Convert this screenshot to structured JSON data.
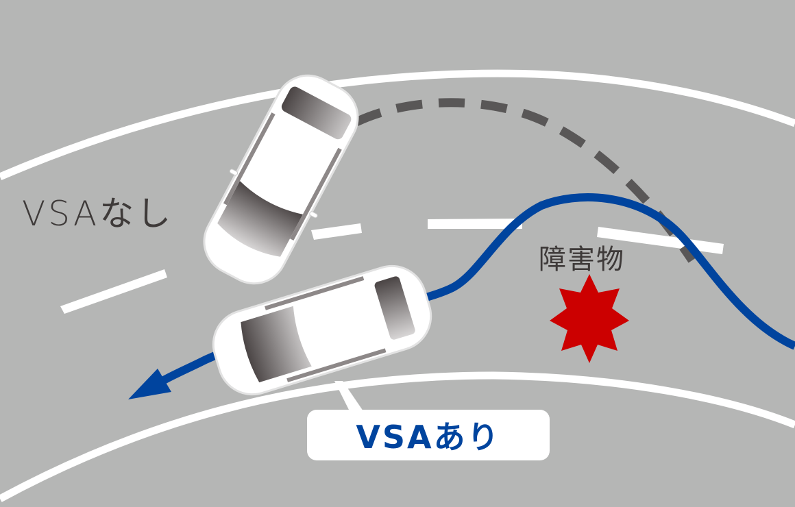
{
  "diagram": {
    "labels": {
      "without_vsa": "VSAなし",
      "with_vsa": "VSAあり",
      "obstacle": "障害物"
    },
    "colors": {
      "road": "#b5b6b5",
      "road_lines": "#ffffff",
      "vsa_path": "#00449e",
      "no_vsa_path": "#595757",
      "obstacle": "#cc0000",
      "text_dark": "#3e3a39"
    },
    "elements": [
      {
        "name": "road-edge-upper",
        "type": "solid white curve"
      },
      {
        "name": "road-edge-lower",
        "type": "solid white curve"
      },
      {
        "name": "lane-center-line",
        "type": "dashed white curve"
      },
      {
        "name": "car-without-vsa",
        "type": "car top view, spinning out"
      },
      {
        "name": "no-vsa-trajectory",
        "type": "dashed dark gray arc"
      },
      {
        "name": "car-with-vsa",
        "type": "car top view, stable"
      },
      {
        "name": "vsa-trajectory",
        "type": "solid blue curve with arrow"
      },
      {
        "name": "obstacle-burst",
        "type": "red starburst"
      }
    ]
  }
}
